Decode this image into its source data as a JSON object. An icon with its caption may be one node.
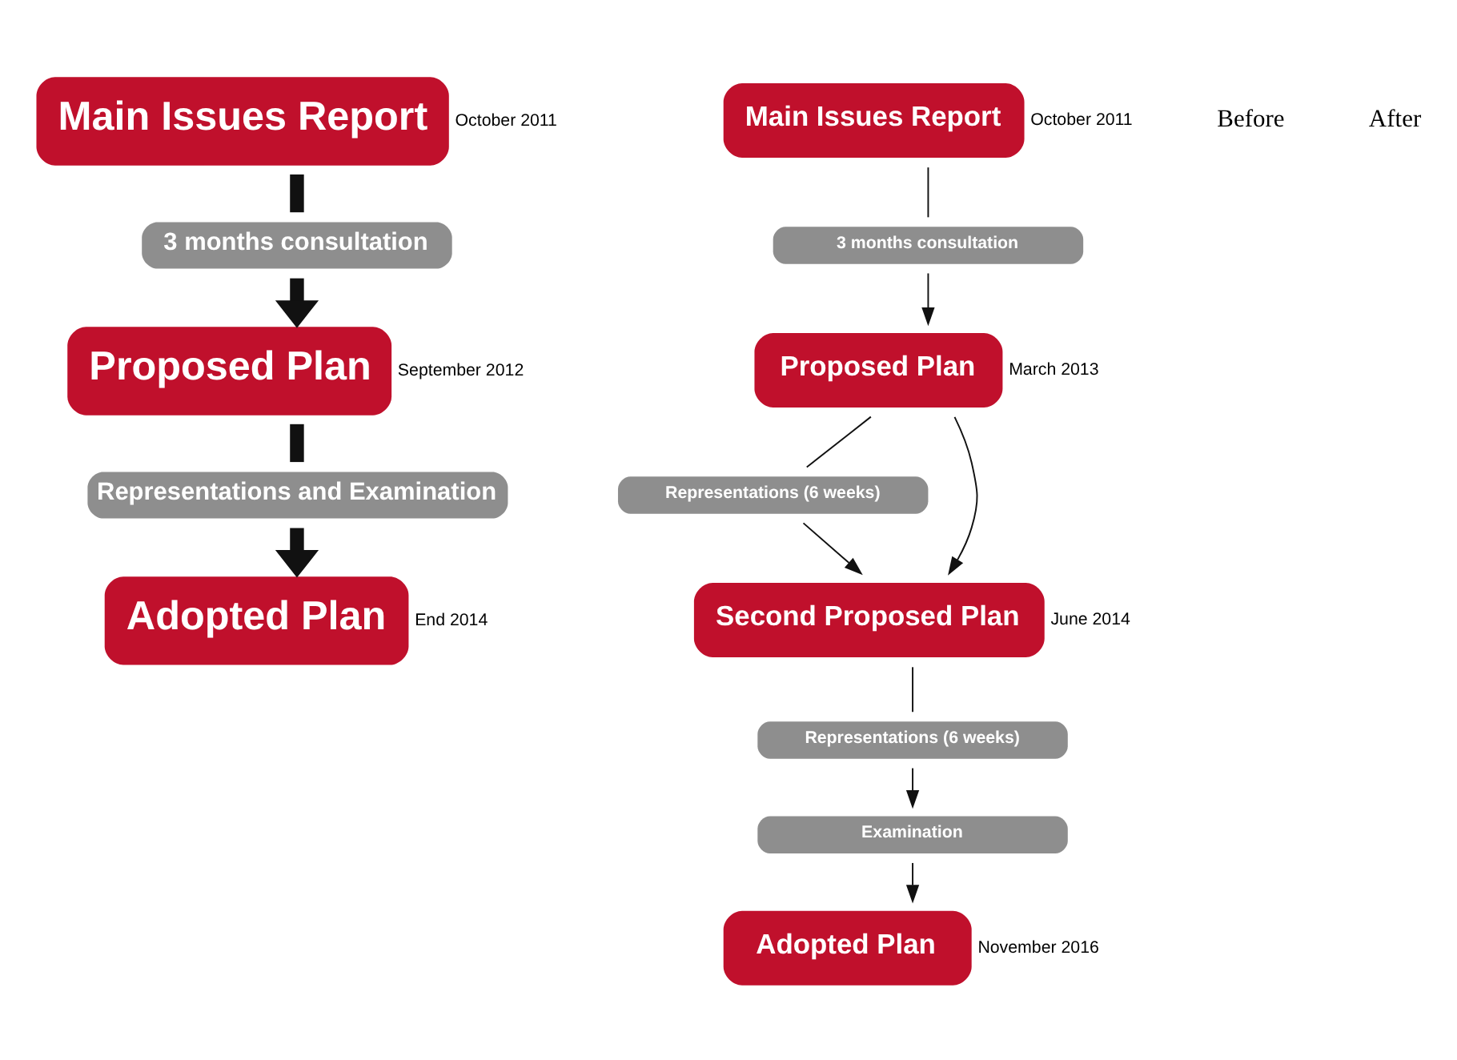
{
  "diagram": {
    "nodes": [
      {
        "text": [
          "Main Issues Report"
        ],
        "beside": [
          "October 2011"
        ]
      },
      {
        "text": [
          "3 months consultation"
        ]
      },
      {
        "text": [
          "Proposed Plan"
        ],
        "beside": [
          "September 2012"
        ]
      },
      {
        "text": [
          "Representations and Examination"
        ]
      },
      {
        "text": [
          "Adopted Plan"
        ],
        "beside": [
          "End 2014"
        ]
      },
      {
        "text": [
          "Main Issues Report"
        ],
        "beside": [
          "October 2011"
        ]
      },
      {
        "text": [
          "3 months consultation"
        ]
      },
      {
        "text": [
          "Proposed Plan"
        ],
        "beside": [
          "March 2013"
        ]
      },
      {
        "text": [
          "Representations (6 weeks)"
        ]
      },
      {
        "text": [
          "Second Proposed Plan"
        ],
        "beside": [
          "June 2014"
        ]
      },
      {
        "text": [
          "Representations (6 weeks)"
        ]
      },
      {
        "text": [
          "Examination"
        ]
      },
      {
        "text": [
          "Adopted Plan"
        ],
        "beside": [
          "November 2016"
        ]
      }
    ],
    "edges": [
      {
        "from": 0,
        "to": 1,
        "arrow": "none",
        "style": "thick"
      },
      {
        "from": 1,
        "to": 2,
        "arrow": "to",
        "style": "thick"
      },
      {
        "from": 2,
        "to": 3,
        "arrow": "none",
        "style": "thick"
      },
      {
        "from": 3,
        "to": 4,
        "arrow": "to",
        "style": "thick"
      },
      {
        "from": 5,
        "to": 6,
        "arrow": "none"
      },
      {
        "from": 6,
        "to": 7,
        "arrow": "to"
      },
      {
        "from": 7,
        "to": 9,
        "arrow": "to"
      },
      {
        "from": 7,
        "to": 8,
        "arrow": "none"
      },
      {
        "from": 8,
        "to": 9,
        "arrow": "to"
      },
      {
        "from": 9,
        "to": 10,
        "arrow": "none"
      },
      {
        "from": 10,
        "to": 11,
        "arrow": "to"
      },
      {
        "from": 11,
        "to": 12,
        "arrow": "to"
      }
    ],
    "labels": [
      "Before",
      "After"
    ]
  }
}
